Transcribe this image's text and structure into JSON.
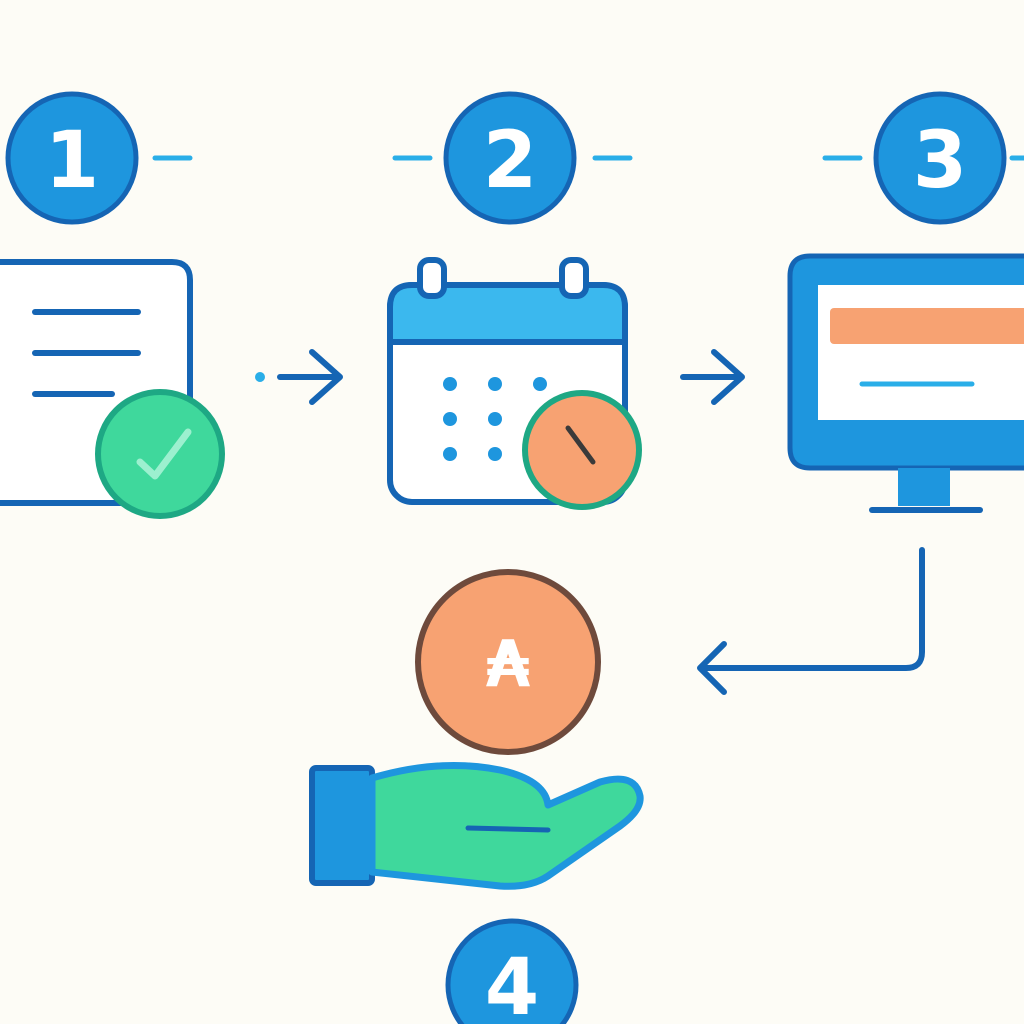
{
  "steps": [
    {
      "number": "1",
      "icon": "document-check-icon"
    },
    {
      "number": "2",
      "icon": "calendar-clock-icon"
    },
    {
      "number": "3",
      "icon": "computer-monitor-icon"
    },
    {
      "number": "4",
      "icon": "hand-receiving-coin-icon"
    }
  ],
  "coin_glyph": "₳",
  "colors": {
    "background": "#fdfcf6",
    "badge_blue": "#1e96de",
    "outline_navy": "#1565b4",
    "calendar_header": "#3bb8ee",
    "accent_green": "#3fd89c",
    "accent_orange": "#f7a272",
    "connector_cyan": "#2aaee8"
  }
}
